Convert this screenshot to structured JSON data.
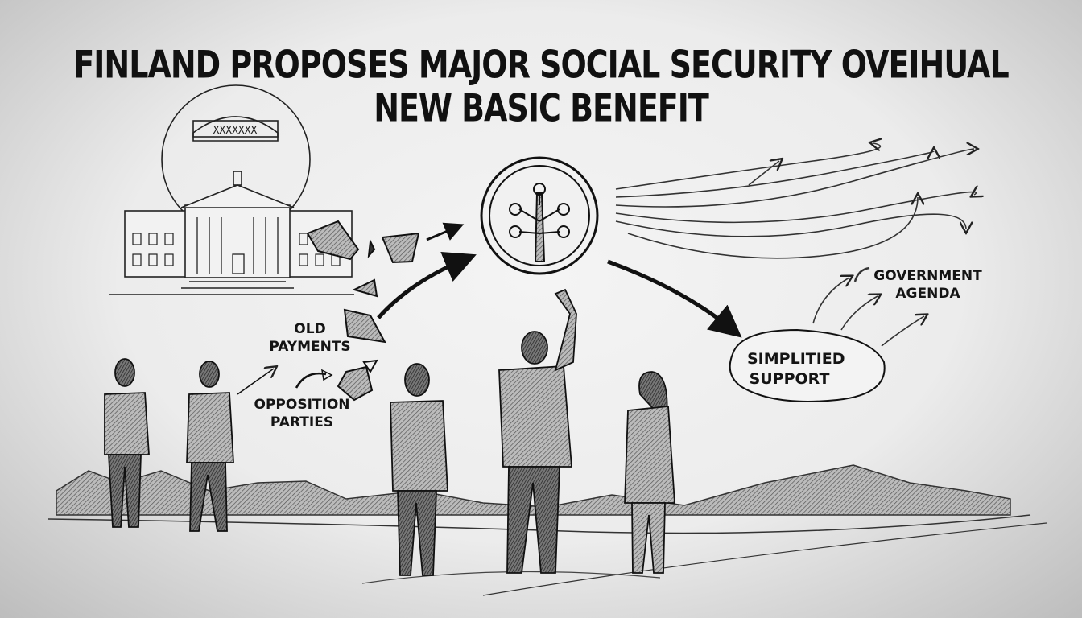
{
  "headline": {
    "line1": "FINLAND PROPOSES MAJOR SOCIAL SECURITY OVEIHUAL",
    "line2": "NEW BASIC BENEFIT"
  },
  "labels": {
    "old_payments": "OLD PAYMENTS",
    "opposition_parties": "OPPOSITION PARTIES",
    "simplified_support": "SIMPLITIED SUPPORT",
    "government_agenda": "GOVERNMENT AGENDA"
  },
  "emblem": {
    "icon": "tree-icon"
  },
  "colors": {
    "ink": "#141414",
    "paper": "#eeeeee"
  }
}
